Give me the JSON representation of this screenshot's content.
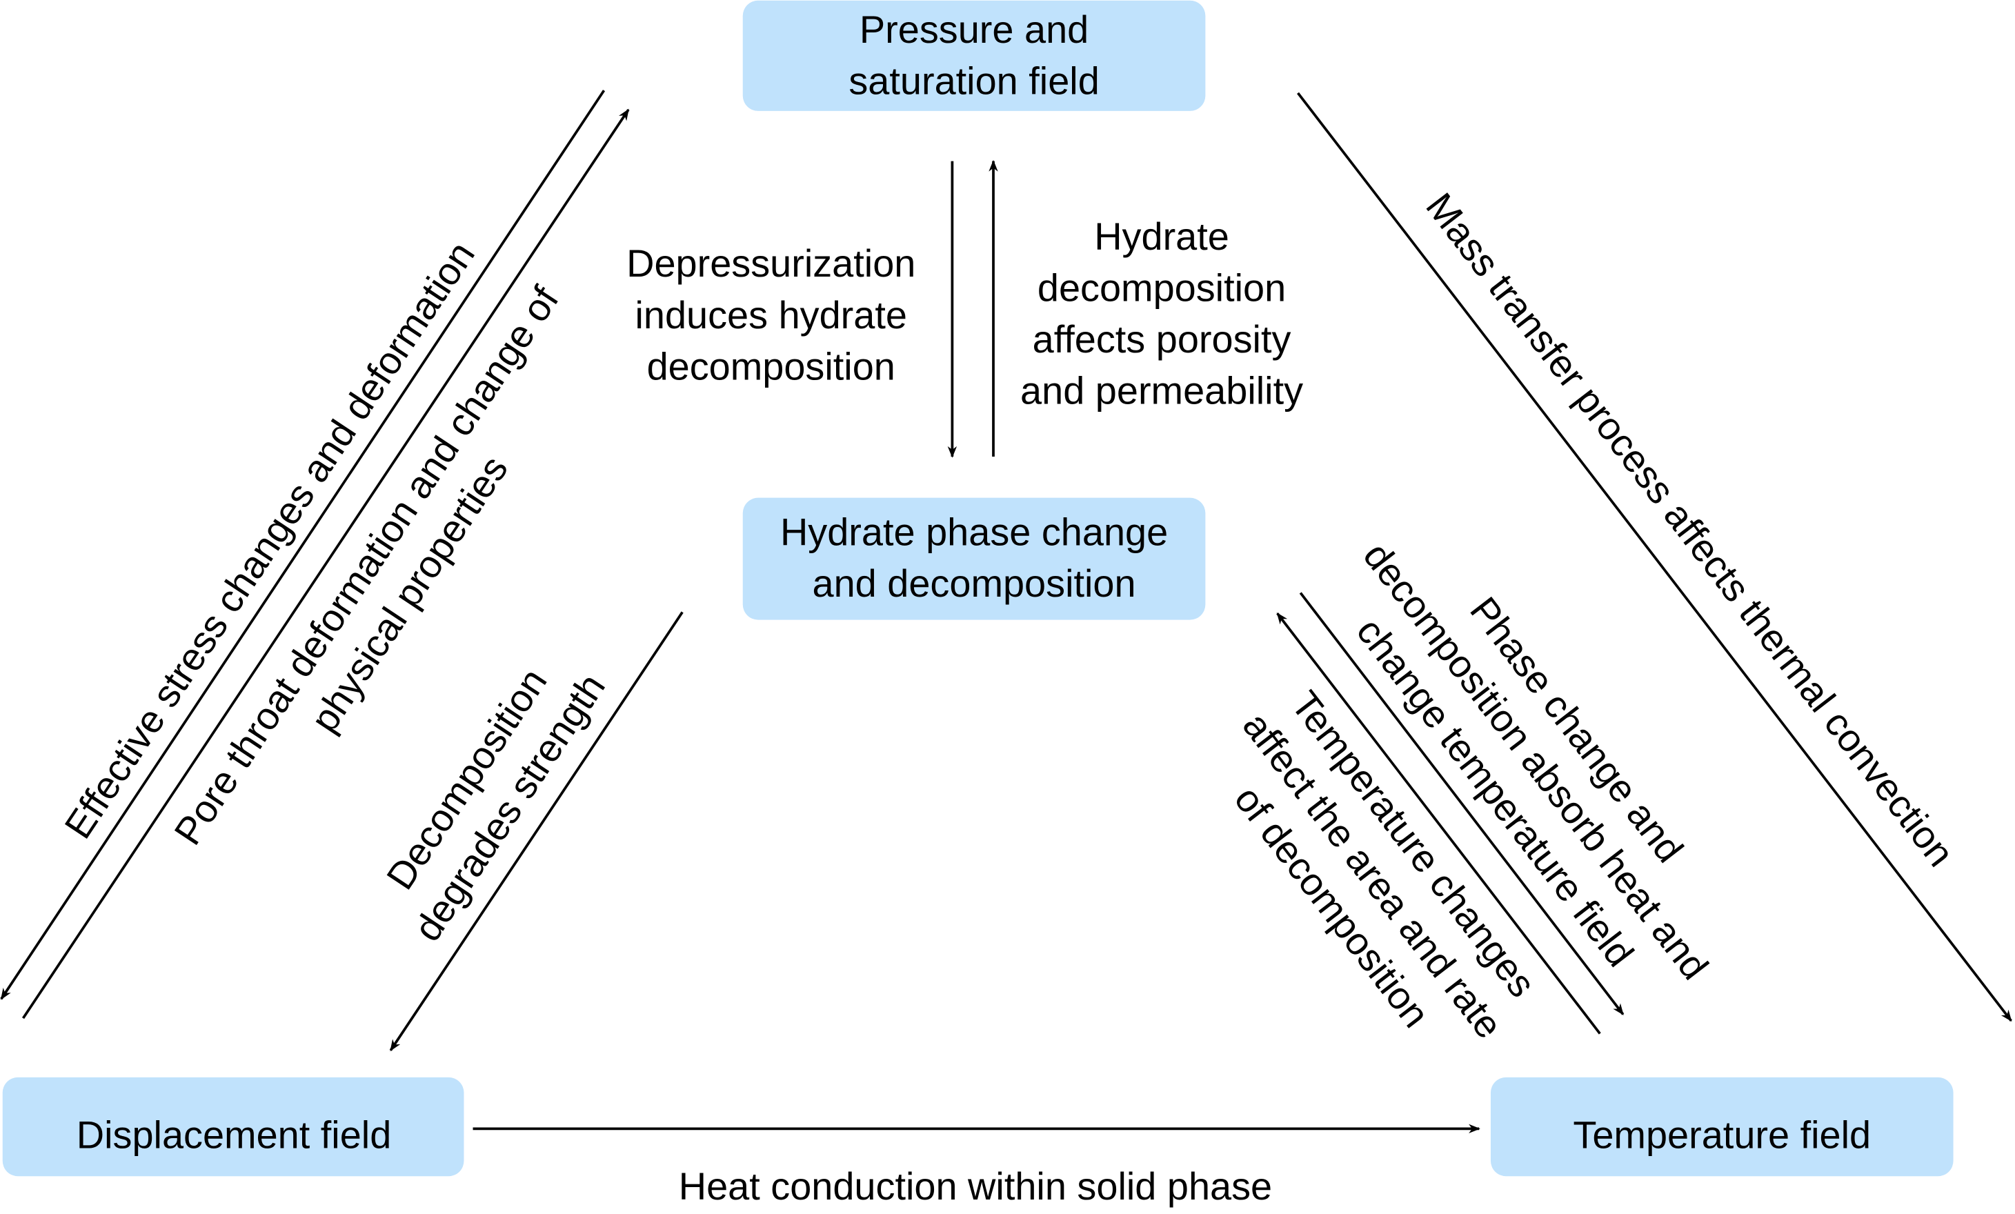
{
  "colors": {
    "box_fill": "#c0e2fc",
    "line": "#000000"
  },
  "nodes": {
    "pressure": [
      "Pressure and",
      "saturation field"
    ],
    "hydrate": [
      "Hydrate phase change",
      "and decomposition"
    ],
    "displacement": [
      "Displacement field"
    ],
    "temperature": [
      "Temperature field"
    ]
  },
  "edges": {
    "depressurization": [
      "Depressurization",
      "induces hydrate",
      "decomposition"
    ],
    "porosity": [
      "Hydrate",
      "decomposition",
      "affects porosity",
      "and permeability"
    ],
    "effective_stress": [
      "Effective stress changes and deformation"
    ],
    "pore_throat": [
      "Pore throat deformation and change of",
      "physical properties"
    ],
    "degrades": [
      "Decomposition",
      "degrades strength"
    ],
    "mass_transfer": [
      "Mass transfer process affects thermal convection"
    ],
    "phase_change_heat": [
      "Phase change and",
      "decomposition absorb heat and",
      "change temperature field"
    ],
    "temperature_changes": [
      "Temperature changes",
      "affect the area and rate",
      "of decomposition"
    ],
    "heat_conduction": [
      "Heat conduction within solid phase"
    ]
  }
}
